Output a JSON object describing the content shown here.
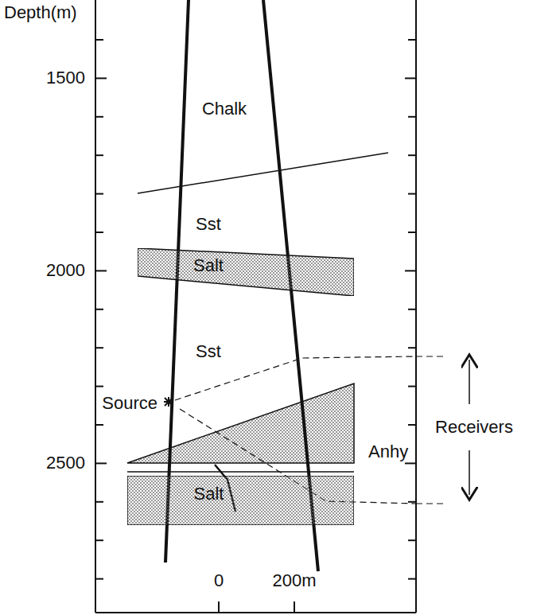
{
  "diagram": {
    "nodes": [
      {
        "text": [
          "Salt"
        ]
      },
      {
        "text": [
          "Salt"
        ]
      }
    ],
    "labels": [
      "Depth(m)",
      "1500",
      "2000",
      "2500",
      "Chalk",
      "Sst",
      "Sst",
      "Source",
      "Anhy",
      "Receivers",
      "0",
      "200m"
    ]
  }
}
